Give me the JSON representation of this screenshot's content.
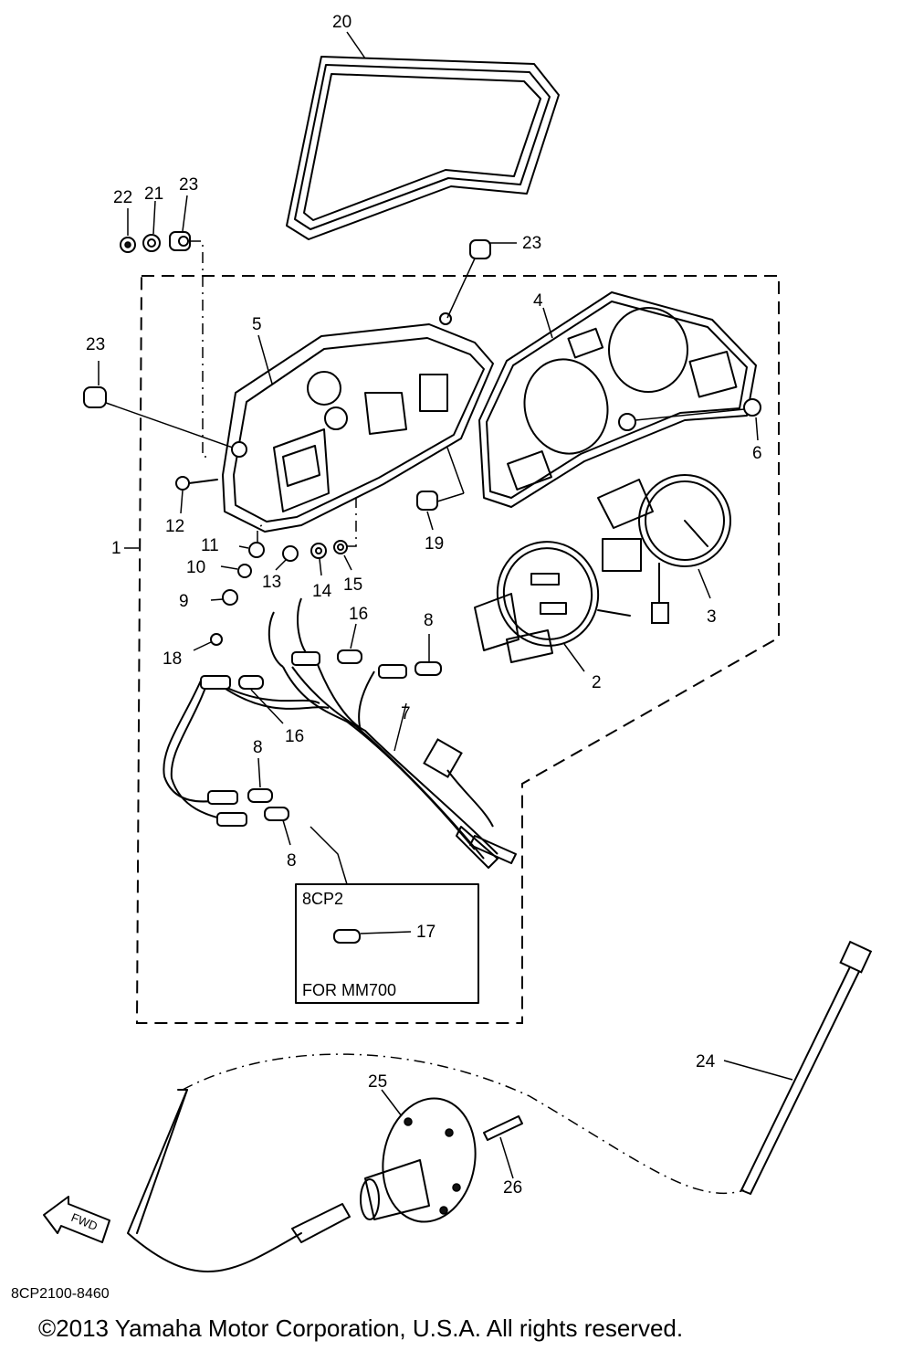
{
  "callouts": {
    "c1": "1",
    "c2": "2",
    "c3": "3",
    "c4": "4",
    "c5": "5",
    "c6": "6",
    "c7": "7",
    "c8a": "8",
    "c8b": "8",
    "c8c": "8",
    "c9": "9",
    "c10": "10",
    "c11": "11",
    "c12": "12",
    "c13": "13",
    "c14": "14",
    "c15": "15",
    "c16a": "16",
    "c16b": "16",
    "c17": "17",
    "c18": "18",
    "c19": "19",
    "c20": "20",
    "c21": "21",
    "c22": "22",
    "c23a": "23",
    "c23b": "23",
    "c23c": "23",
    "c24": "24",
    "c25": "25",
    "c26": "26"
  },
  "variant_box": {
    "model_code": "8CP2",
    "note": "FOR MM700"
  },
  "fwd_arrow": "FWD",
  "drawing_code": "8CP2100-8460",
  "copyright": "©2013 Yamaha Motor Corporation, U.S.A. All rights reserved."
}
